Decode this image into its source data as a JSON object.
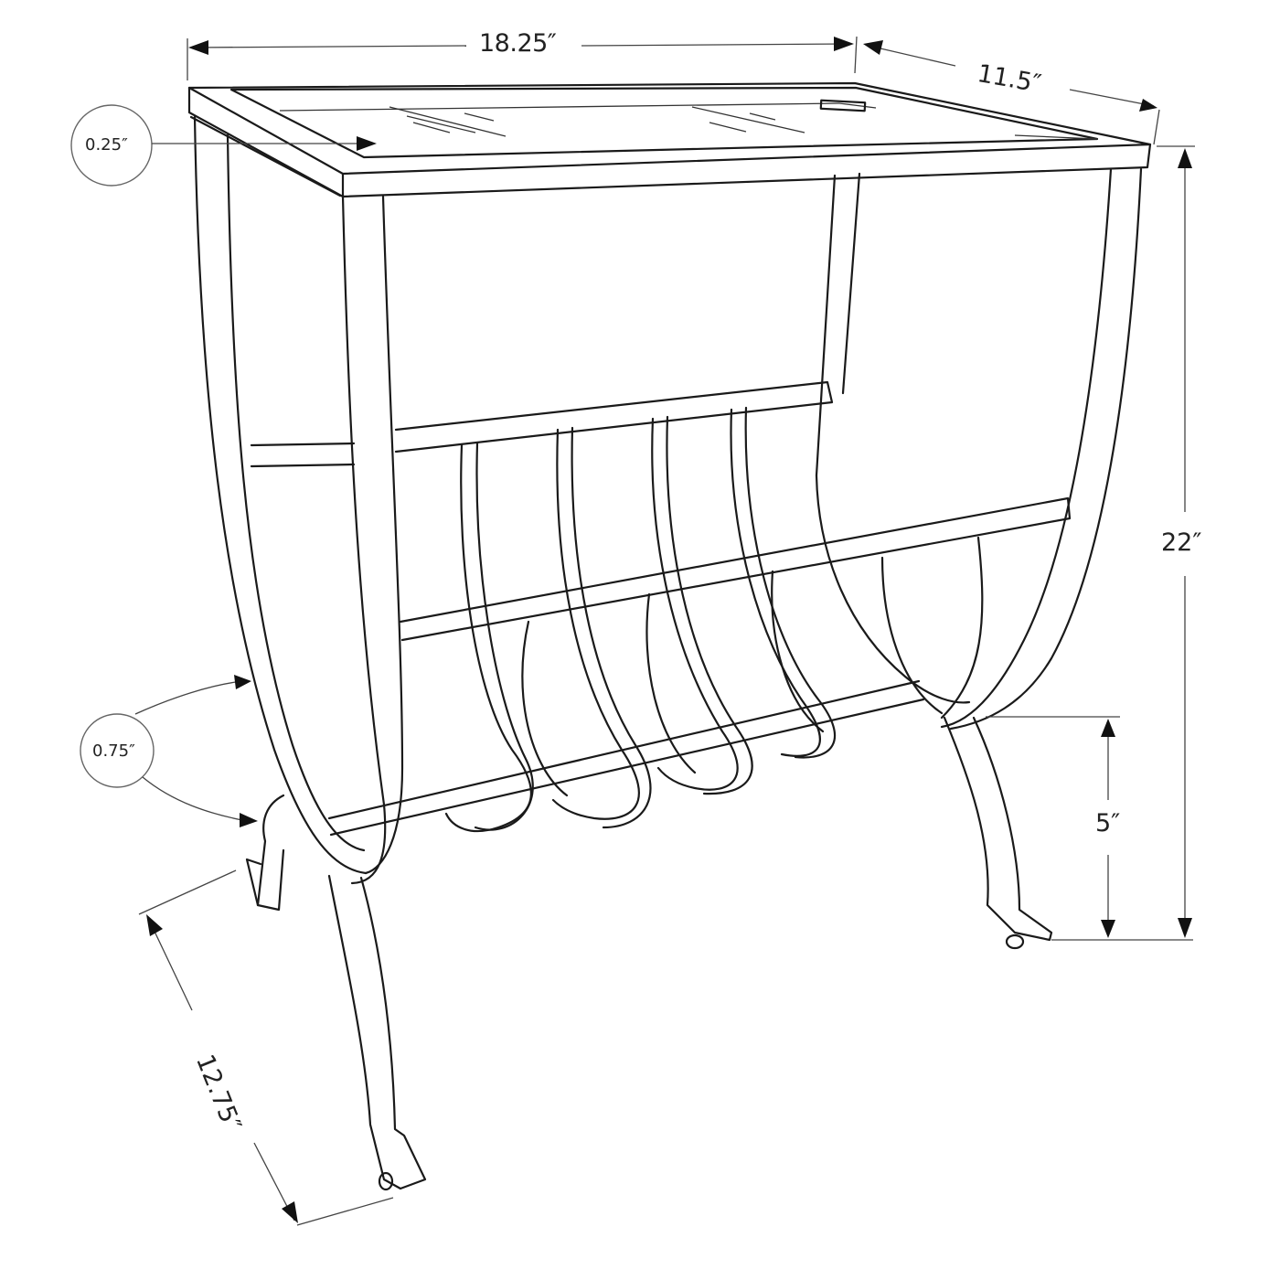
{
  "diagram": {
    "subject": "Magazine rack end table line drawing",
    "line_color": "#1a1a1a",
    "background": "#ffffff",
    "dimensions": {
      "width": "18.25″",
      "depth": "11.5″",
      "height": "22″",
      "leg_clearance": "5″",
      "base_depth": "12.75″"
    },
    "callouts": {
      "glass_thickness": "0.25″",
      "tube_width": "0.75″"
    }
  }
}
